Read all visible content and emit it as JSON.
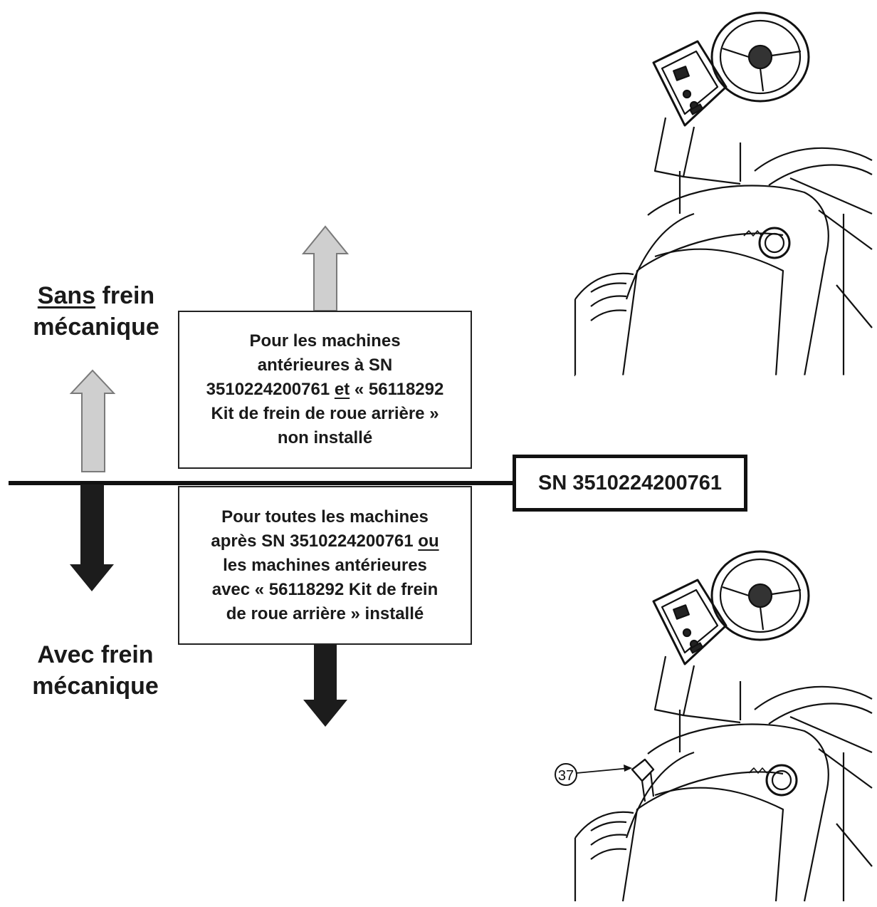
{
  "left_labels": {
    "without_brake": {
      "underlined": "Sans",
      "rest": "frein",
      "line2": "mécanique"
    },
    "with_brake": {
      "line1": "Avec frein",
      "line2": "mécanique"
    }
  },
  "upper_box": {
    "lines": [
      "Pour les machines",
      "antérieures à SN"
    ],
    "line3_pre": "3510224200761 ",
    "line3_underlined": "et",
    "line3_post": " « 56118292",
    "line4": "Kit de frein de roue arrière »",
    "line5": "non installé"
  },
  "lower_box": {
    "line1": "Pour toutes les machines",
    "line2_pre": "après SN 3510224200761 ",
    "line2_underlined": "ou",
    "line3": "les machines antérieures",
    "line4": "avec « 56118292 Kit de frein",
    "line5": "de roue arrière » installé"
  },
  "serial_box": {
    "text": "SN 3510224200761"
  },
  "callout": {
    "number": "37"
  },
  "colors": {
    "arrow_up": "#cfcfcf",
    "arrow_down": "#1c1c1c",
    "line": "#111111"
  }
}
